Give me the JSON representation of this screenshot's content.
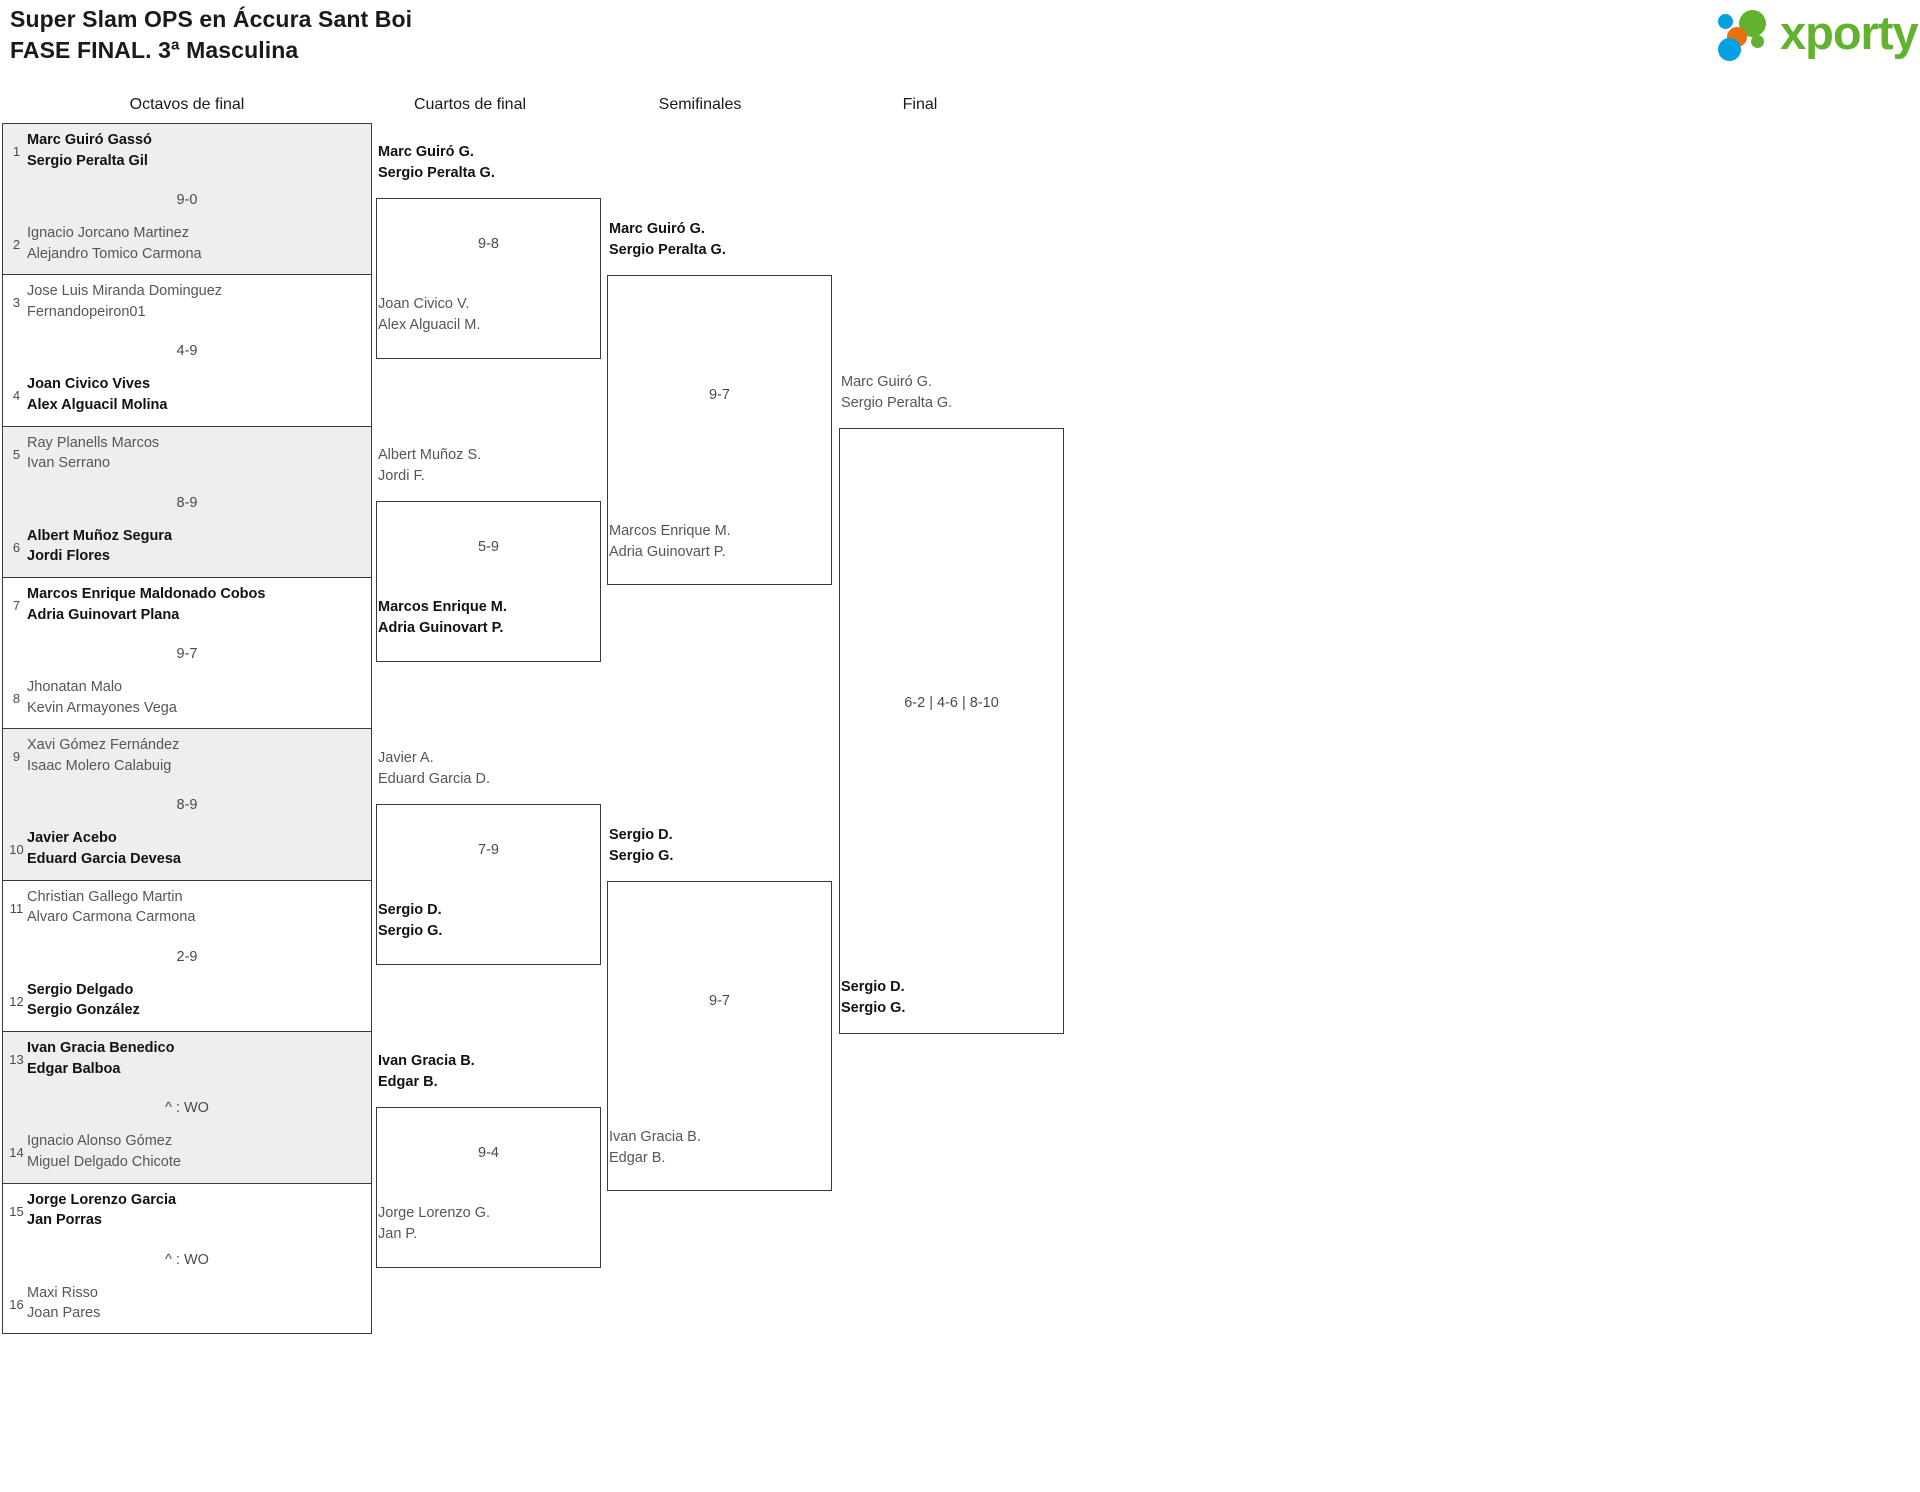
{
  "header": {
    "title_line1": "Super Slam OPS en Áccura Sant Boi",
    "title_line2": "FASE FINAL. 3ª Masculina",
    "logo_word": "xporty",
    "logo_colors": {
      "blue": "#00a0e2",
      "orange": "#e8700f",
      "green": "#62b22f"
    }
  },
  "rounds": [
    {
      "id": "r1",
      "label": "Octavos de final"
    },
    {
      "id": "r2",
      "label": "Cuartos de final"
    },
    {
      "id": "r3",
      "label": "Semifinales"
    },
    {
      "id": "r4",
      "label": "Final"
    }
  ],
  "round1": {
    "matches": [
      {
        "shaded": true,
        "score": "9-0",
        "top": {
          "seed": "1",
          "p1": "Marc Guiró Gassó",
          "p2": "Sergio Peralta Gil",
          "winner": true
        },
        "bottom": {
          "seed": "2",
          "p1": "Ignacio Jorcano Martinez",
          "p2": "Alejandro Tomico Carmona",
          "winner": false
        }
      },
      {
        "shaded": false,
        "score": "4-9",
        "top": {
          "seed": "3",
          "p1": "Jose Luis Miranda Dominguez",
          "p2": "Fernandopeiron01",
          "winner": false
        },
        "bottom": {
          "seed": "4",
          "p1": "Joan Civico Vives",
          "p2": "Alex Alguacil Molina",
          "winner": true
        }
      },
      {
        "shaded": true,
        "score": "8-9",
        "top": {
          "seed": "5",
          "p1": "Ray Planells Marcos",
          "p2": "Ivan Serrano",
          "winner": false
        },
        "bottom": {
          "seed": "6",
          "p1": "Albert Muñoz Segura",
          "p2": "Jordi Flores",
          "winner": true
        }
      },
      {
        "shaded": false,
        "score": "9-7",
        "top": {
          "seed": "7",
          "p1": "Marcos Enrique Maldonado Cobos",
          "p2": "Adria Guinovart Plana",
          "winner": true
        },
        "bottom": {
          "seed": "8",
          "p1": "Jhonatan Malo",
          "p2": "Kevin Armayones Vega",
          "winner": false
        }
      },
      {
        "shaded": true,
        "score": "8-9",
        "top": {
          "seed": "9",
          "p1": "Xavi Gómez Fernández",
          "p2": "Isaac Molero Calabuig",
          "winner": false
        },
        "bottom": {
          "seed": "10",
          "p1": "Javier Acebo",
          "p2": "Eduard Garcia Devesa",
          "winner": true
        }
      },
      {
        "shaded": false,
        "score": "2-9",
        "top": {
          "seed": "11",
          "p1": "Christian Gallego Martin",
          "p2": "Alvaro Carmona Carmona",
          "winner": false
        },
        "bottom": {
          "seed": "12",
          "p1": "Sergio Delgado",
          "p2": "Sergio González",
          "winner": true
        }
      },
      {
        "shaded": true,
        "score": "^ : WO",
        "top": {
          "seed": "13",
          "p1": "Ivan Gracia Benedico",
          "p2": "Edgar Balboa",
          "winner": true
        },
        "bottom": {
          "seed": "14",
          "p1": "Ignacio Alonso Gómez",
          "p2": "Miguel Delgado Chicote",
          "winner": false
        }
      },
      {
        "shaded": false,
        "score": "^ : WO",
        "top": {
          "seed": "15",
          "p1": "Jorge Lorenzo Garcia",
          "p2": "Jan Porras",
          "winner": true
        },
        "bottom": {
          "seed": "16",
          "p1": "Maxi Risso",
          "p2": "Joan Pares",
          "winner": false
        }
      }
    ]
  },
  "round2": {
    "matches": [
      {
        "score": "9-8",
        "top": {
          "p1": "Marc Guiró G.",
          "p2": "Sergio Peralta G.",
          "winner": true
        },
        "bottom": {
          "p1": "Joan Civico V.",
          "p2": "Alex Alguacil M.",
          "winner": false
        }
      },
      {
        "score": "5-9",
        "top": {
          "p1": "Albert Muñoz S.",
          "p2": "Jordi F.",
          "winner": false
        },
        "bottom": {
          "p1": "Marcos Enrique M.",
          "p2": "Adria Guinovart P.",
          "winner": true
        }
      },
      {
        "score": "7-9",
        "top": {
          "p1": "Javier A.",
          "p2": "Eduard Garcia D.",
          "winner": false
        },
        "bottom": {
          "p1": "Sergio D.",
          "p2": "Sergio G.",
          "winner": true
        }
      },
      {
        "score": "9-4",
        "top": {
          "p1": "Ivan Gracia B.",
          "p2": "Edgar B.",
          "winner": true
        },
        "bottom": {
          "p1": "Jorge Lorenzo G.",
          "p2": "Jan P.",
          "winner": false
        }
      }
    ]
  },
  "round3": {
    "matches": [
      {
        "score": "9-7",
        "top": {
          "p1": "Marc Guiró G.",
          "p2": "Sergio Peralta G.",
          "winner": true
        },
        "bottom": {
          "p1": "Marcos Enrique M.",
          "p2": "Adria Guinovart P.",
          "winner": false
        }
      },
      {
        "score": "9-7",
        "top": {
          "p1": "Sergio D.",
          "p2": "Sergio G.",
          "winner": true
        },
        "bottom": {
          "p1": "Ivan Gracia B.",
          "p2": "Edgar B.",
          "winner": false
        }
      }
    ]
  },
  "round4": {
    "matches": [
      {
        "score": "6-2 | 4-6 | 8-10",
        "top": {
          "p1": "Marc Guiró G.",
          "p2": "Sergio Peralta G.",
          "winner": false
        },
        "bottom": {
          "p1": "Sergio D.",
          "p2": "Sergio G.",
          "winner": true
        }
      }
    ]
  }
}
